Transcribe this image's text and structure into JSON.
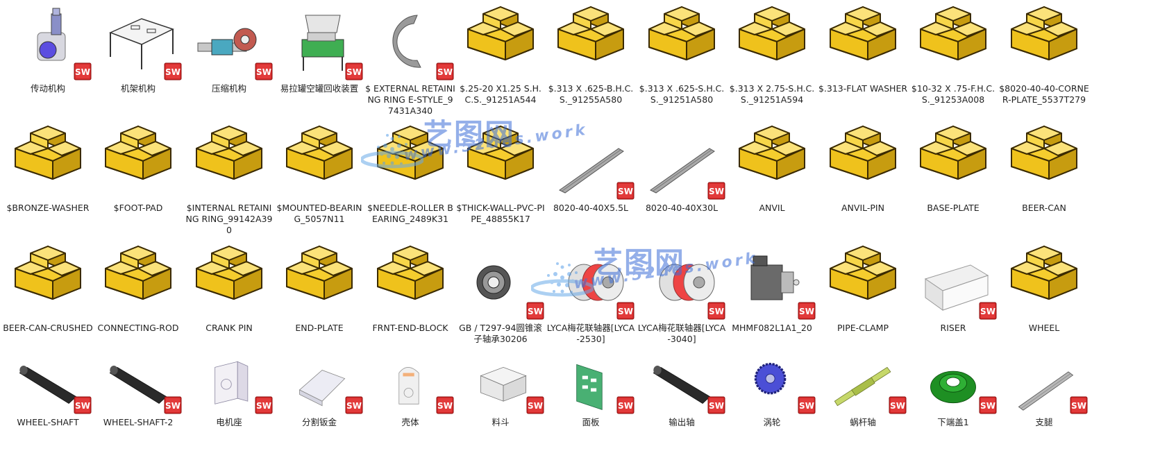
{
  "watermark": {
    "cn": "艺图网",
    "url": "www.52des.work"
  },
  "colors": {
    "part_yellow": "#f5cd2e",
    "sw_red": "#d62a2a"
  },
  "items": [
    {
      "label": "传动机构",
      "icon": "transmission-assembly-icon",
      "sw": true
    },
    {
      "label": "机架机构",
      "icon": "frame-table-icon",
      "sw": true
    },
    {
      "label": "压缩机构",
      "icon": "compression-mechanism-icon",
      "sw": true
    },
    {
      "label": "易拉罐空罐回收装置",
      "icon": "can-recycler-icon",
      "sw": true
    },
    {
      "label": "$ EXTERNAL RETAINING RING E-STYLE_97431A340",
      "icon": "retaining-ring-icon",
      "sw": true
    },
    {
      "label": "$.25-20 X1.25 S.H.C.S._91251A544",
      "icon": "generic-part-icon",
      "sw": false
    },
    {
      "label": "$.313 X .625-B.H.C.S._91255A580",
      "icon": "generic-part-icon",
      "sw": false
    },
    {
      "label": "$.313 X .625-S.H.C.S._91251A580",
      "icon": "generic-part-icon",
      "sw": false
    },
    {
      "label": "$.313 X 2.75-S.H.C.S._91251A594",
      "icon": "generic-part-icon",
      "sw": false
    },
    {
      "label": "$.313-FLAT WASHER",
      "icon": "generic-part-icon",
      "sw": false
    },
    {
      "label": "$10-32 X .75-F.H.C.S._91253A008",
      "icon": "generic-part-icon",
      "sw": false
    },
    {
      "label": "$8020-40-40-CORNER-PLATE_5537T279",
      "icon": "generic-part-icon",
      "sw": false
    },
    {
      "label": "$BRONZE-WASHER",
      "icon": "generic-part-icon",
      "sw": false
    },
    {
      "label": "$FOOT-PAD",
      "icon": "generic-part-icon",
      "sw": false
    },
    {
      "label": "$INTERNAL RETAINING RING_99142A390",
      "icon": "generic-part-icon",
      "sw": false
    },
    {
      "label": "$MOUNTED-BEARING_5057N11",
      "icon": "generic-part-icon",
      "sw": false
    },
    {
      "label": "$NEEDLE-ROLLER BEARING_2489K31",
      "icon": "generic-part-icon",
      "sw": false
    },
    {
      "label": "$THICK-WALL-PVC-PIPE_48855K17",
      "icon": "generic-part-icon",
      "sw": false
    },
    {
      "label": "8020-40-40X5.5L",
      "icon": "extrusion-rail-icon",
      "sw": true
    },
    {
      "label": "8020-40-40X30L",
      "icon": "extrusion-rail-icon",
      "sw": true
    },
    {
      "label": "ANVIL",
      "icon": "generic-part-icon",
      "sw": false
    },
    {
      "label": "ANVIL-PIN",
      "icon": "generic-part-icon",
      "sw": false
    },
    {
      "label": "BASE-PLATE",
      "icon": "generic-part-icon",
      "sw": false
    },
    {
      "label": "BEER-CAN",
      "icon": "generic-part-icon",
      "sw": false
    },
    {
      "label": "BEER-CAN-CRUSHED",
      "icon": "generic-part-icon",
      "sw": false
    },
    {
      "label": "CONNECTING-ROD",
      "icon": "generic-part-icon",
      "sw": false
    },
    {
      "label": "CRANK PIN",
      "icon": "generic-part-icon",
      "sw": false
    },
    {
      "label": "END-PLATE",
      "icon": "generic-part-icon",
      "sw": false
    },
    {
      "label": "FRNT-END-BLOCK",
      "icon": "generic-part-icon",
      "sw": false
    },
    {
      "label": "GB / T297-94圆锥滚子轴承30206",
      "icon": "bearing-icon",
      "sw": true
    },
    {
      "label": "LYCA梅花联轴器[LYCA-2530]",
      "icon": "coupling-icon",
      "sw": true
    },
    {
      "label": "LYCA梅花联轴器[LYCA-3040]",
      "icon": "coupling-icon",
      "sw": true
    },
    {
      "label": "MHMF082L1A1_20",
      "icon": "servo-motor-icon",
      "sw": true
    },
    {
      "label": "PIPE-CLAMP",
      "icon": "generic-part-icon",
      "sw": false
    },
    {
      "label": "RISER",
      "icon": "riser-block-icon",
      "sw": true
    },
    {
      "label": "WHEEL",
      "icon": "generic-part-icon",
      "sw": false
    },
    {
      "label": "WHEEL-SHAFT",
      "icon": "shaft-icon",
      "sw": true
    },
    {
      "label": "WHEEL-SHAFT-2",
      "icon": "shaft-icon",
      "sw": true
    },
    {
      "label": "电机座",
      "icon": "motor-mount-icon",
      "sw": true
    },
    {
      "label": "分割钣金",
      "icon": "sheet-metal-icon",
      "sw": true
    },
    {
      "label": "壳体",
      "icon": "housing-icon",
      "sw": true
    },
    {
      "label": "料斗",
      "icon": "hopper-icon",
      "sw": true
    },
    {
      "label": "面板",
      "icon": "panel-icon",
      "sw": true
    },
    {
      "label": "输出轴",
      "icon": "shaft-icon",
      "sw": true
    },
    {
      "label": "涡轮",
      "icon": "worm-gear-icon",
      "sw": true
    },
    {
      "label": "蜗杆轴",
      "icon": "worm-shaft-icon",
      "sw": true
    },
    {
      "label": "下端盖1",
      "icon": "end-cap-icon",
      "sw": true
    },
    {
      "label": "支腿",
      "icon": "support-leg-icon",
      "sw": true
    }
  ]
}
